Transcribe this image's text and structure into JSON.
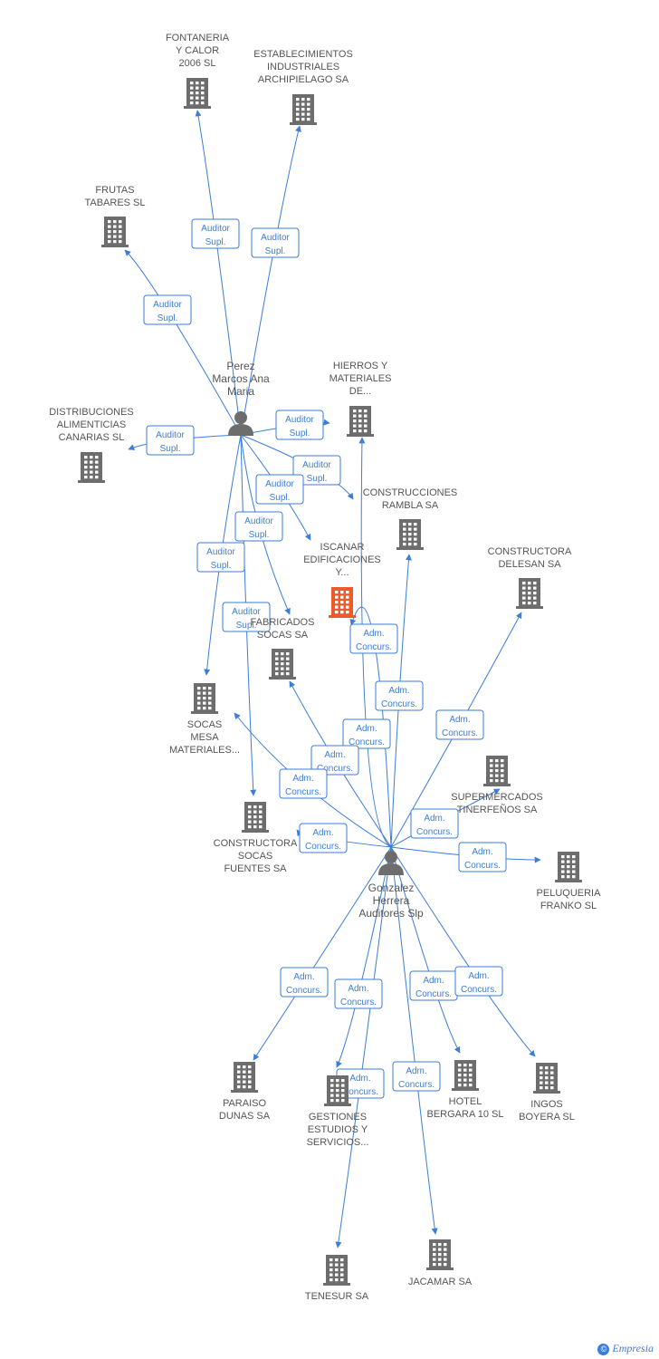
{
  "colors": {
    "edge": "#3b7dd8",
    "building": "#6d6d6d",
    "highlight": "#f05a28",
    "label": "#555555"
  },
  "nodes": [
    {
      "id": "fontaneria",
      "kind": "company",
      "label": [
        "FONTANERIA",
        "Y CALOR",
        "2006 SL"
      ]
    },
    {
      "id": "establecimientos",
      "kind": "company",
      "label": [
        "ESTABLECIMIENTOS",
        "INDUSTRIALES",
        "ARCHIPIELAGO SA"
      ]
    },
    {
      "id": "frutas",
      "kind": "company",
      "label": [
        "FRUTAS",
        "TABARES SL"
      ]
    },
    {
      "id": "perez",
      "kind": "person",
      "label": [
        "Perez",
        "Marcos Ana",
        "Maria"
      ]
    },
    {
      "id": "hierros",
      "kind": "company",
      "label": [
        "HIERROS Y",
        "MATERIALES",
        "DE..."
      ]
    },
    {
      "id": "distribuciones",
      "kind": "company",
      "label": [
        "DISTRIBUCIONES",
        "ALIMENTICIAS",
        "CANARIAS SL"
      ]
    },
    {
      "id": "ramblas",
      "kind": "company",
      "label": [
        "CONSTRUCCIONES",
        "RAMBLA SA"
      ]
    },
    {
      "id": "iscanar",
      "kind": "company",
      "highlight": true,
      "label": [
        "ISCANAR",
        "EDIFICACIONES",
        "Y..."
      ]
    },
    {
      "id": "delesan",
      "kind": "company",
      "label": [
        "CONSTRUCTORA",
        "DELESAN SA"
      ]
    },
    {
      "id": "fabricados",
      "kind": "company",
      "label": [
        "FABRICADOS",
        "SOCAS SA"
      ]
    },
    {
      "id": "socasmesa",
      "kind": "company",
      "label": [
        "SOCAS",
        "MESA",
        "MATERIALES..."
      ]
    },
    {
      "id": "supermercados",
      "kind": "company",
      "label": [
        "SUPERMERCADOS",
        "TINERFEÑOS SA"
      ]
    },
    {
      "id": "socasfuentes",
      "kind": "company",
      "label": [
        "CONSTRUCTORA",
        "SOCAS",
        "FUENTES SA"
      ]
    },
    {
      "id": "gonzalez",
      "kind": "person",
      "label": [
        "Gonzalez",
        "Herrera",
        "Auditores Slp"
      ]
    },
    {
      "id": "peluqueria",
      "kind": "company",
      "label": [
        "PELUQUERIA",
        "FRANKO SL"
      ]
    },
    {
      "id": "paraiso",
      "kind": "company",
      "label": [
        "PARAISO",
        "DUNAS SA"
      ]
    },
    {
      "id": "gestiones",
      "kind": "company",
      "label": [
        "GESTIONES",
        "ESTUDIOS Y",
        "SERVICIOS..."
      ]
    },
    {
      "id": "hotel",
      "kind": "company",
      "label": [
        "HOTEL",
        "BERGARA 10 SL"
      ]
    },
    {
      "id": "ingos",
      "kind": "company",
      "label": [
        "INGOS",
        "BOYERA SL"
      ]
    },
    {
      "id": "tenesur",
      "kind": "company",
      "label": [
        "TENESUR SA"
      ]
    },
    {
      "id": "jacamar",
      "kind": "company",
      "label": [
        "JACAMAR SA"
      ]
    }
  ],
  "edges": [
    {
      "from": "perez",
      "to": "fontaneria",
      "label": [
        "Auditor",
        "Supl."
      ]
    },
    {
      "from": "perez",
      "to": "establecimientos",
      "label": [
        "Auditor",
        "Supl."
      ]
    },
    {
      "from": "perez",
      "to": "frutas",
      "label": [
        "Auditor",
        "Supl."
      ]
    },
    {
      "from": "perez",
      "to": "distribuciones",
      "label": [
        "Auditor",
        "Supl."
      ]
    },
    {
      "from": "perez",
      "to": "hierros",
      "label": [
        "Auditor",
        "Supl."
      ]
    },
    {
      "from": "perez",
      "to": "ramblas",
      "label": [
        "Auditor",
        "Supl."
      ]
    },
    {
      "from": "perez",
      "to": "iscanar",
      "label": [
        "Auditor",
        "Supl."
      ]
    },
    {
      "from": "perez",
      "to": "fabricados",
      "label": [
        "Auditor",
        "Supl."
      ]
    },
    {
      "from": "perez",
      "to": "socasmesa",
      "label": [
        "Auditor",
        "Supl."
      ]
    },
    {
      "from": "perez",
      "to": "socasfuentes",
      "label": [
        "Auditor",
        "Supl."
      ]
    },
    {
      "from": "gonzalez",
      "to": "iscanar",
      "label": [
        "Adm.",
        "Concurs."
      ]
    },
    {
      "from": "gonzalez",
      "to": "ramblas",
      "label": [
        "Adm.",
        "Concurs."
      ]
    },
    {
      "from": "gonzalez",
      "to": "hierros",
      "label": [
        "Adm.",
        "Concurs."
      ]
    },
    {
      "from": "gonzalez",
      "to": "delesan",
      "label": [
        "Adm.",
        "Concurs."
      ]
    },
    {
      "from": "gonzalez",
      "to": "fabricados",
      "label": [
        "Adm.",
        "Concurs."
      ]
    },
    {
      "from": "gonzalez",
      "to": "socasmesa",
      "label": [
        "Adm.",
        "Concurs."
      ]
    },
    {
      "from": "gonzalez",
      "to": "supermercados",
      "label": [
        "Adm.",
        "Concurs."
      ]
    },
    {
      "from": "gonzalez",
      "to": "socasfuentes",
      "label": [
        "Adm.",
        "Concurs."
      ]
    },
    {
      "from": "gonzalez",
      "to": "peluqueria",
      "label": [
        "Adm.",
        "Concurs."
      ]
    },
    {
      "from": "gonzalez",
      "to": "paraiso",
      "label": [
        "Adm.",
        "Concurs."
      ]
    },
    {
      "from": "gonzalez",
      "to": "gestiones",
      "label": [
        "Adm.",
        "Concurs."
      ]
    },
    {
      "from": "gonzalez",
      "to": "hotel",
      "label": [
        "Adm.",
        "Concurs."
      ]
    },
    {
      "from": "gonzalez",
      "to": "ingos",
      "label": [
        "Adm.",
        "Concurs."
      ]
    },
    {
      "from": "gonzalez",
      "to": "tenesur",
      "label": [
        "Adm.",
        "Concurs."
      ]
    },
    {
      "from": "gonzalez",
      "to": "jacamar",
      "label": [
        "Adm.",
        "Concurs."
      ]
    }
  ],
  "footer": {
    "copyright_symbol": "©",
    "brand": "Empresia"
  }
}
